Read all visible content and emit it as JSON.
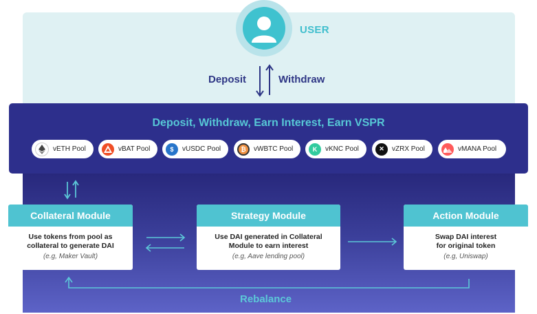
{
  "user": {
    "label": "USER"
  },
  "flow": {
    "deposit": "Deposit",
    "withdraw": "Withdraw"
  },
  "pool_band": {
    "title": "Deposit, Withdraw, Earn Interest, Earn VSPR",
    "pools": [
      {
        "label": "vETH Pool",
        "icon": "ethereum-icon",
        "color": "#ffffff"
      },
      {
        "label": "vBAT Pool",
        "icon": "bat-icon",
        "color": "#ef4e26"
      },
      {
        "label": "vUSDC Pool",
        "icon": "usdc-icon",
        "color": "#2775ca"
      },
      {
        "label": "vWBTC Pool",
        "icon": "wbtc-icon",
        "color": "#f09242"
      },
      {
        "label": "vKNC Pool",
        "icon": "knc-icon",
        "color": "#31cb9e"
      },
      {
        "label": "vZRX Pool",
        "icon": "zrx-icon",
        "color": "#111111"
      },
      {
        "label": "vMANA Pool",
        "icon": "mana-icon",
        "color": "#ff5a5a"
      }
    ]
  },
  "modules": {
    "collateral": {
      "title": "Collateral Module",
      "desc1": "Use tokens from pool as",
      "desc2": "collateral to generate DAI",
      "example": "(e.g, Maker Vault)"
    },
    "strategy": {
      "title": "Strategy Module",
      "desc1": "Use DAI generated in Collateral",
      "desc2": "Module to earn interest",
      "example": "(e.g, Aave lending pool)"
    },
    "action": {
      "title": "Action Module",
      "desc1": "Swap DAI interest",
      "desc2": "for original token",
      "example": "(e.g, Uniswap)"
    }
  },
  "rebalance": {
    "label": "Rebalance"
  },
  "colors": {
    "navy": "#2d2f8c",
    "teal": "#4fc3d1",
    "light_teal_bg": "#dff1f3",
    "dark_text": "#2e3685"
  }
}
